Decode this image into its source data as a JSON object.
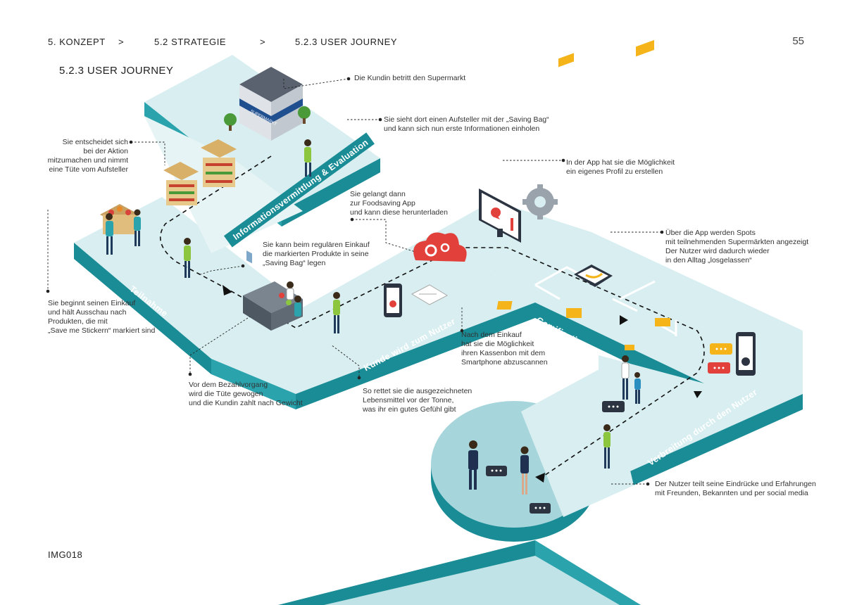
{
  "breadcrumb": {
    "item1": "5. KONZEPT",
    "sep1": ">",
    "item2": "5.2 STRATEGIE",
    "sep2": ">",
    "item3": "5.2.3 USER JOURNEY"
  },
  "page_number": "55",
  "section_title": "5.2.3 USER JOURNEY",
  "image_code": "IMG018",
  "colors": {
    "teal_dark": "#1a8c96",
    "teal_mid": "#2aa3ad",
    "teal_light": "#d8eef0",
    "teal_top": "#a6d6db",
    "accent_orange": "#f4b41a",
    "accent_red": "#e2413b",
    "text": "#333333"
  },
  "phases": [
    {
      "label": "Informationsvermittlung & Evaluation"
    },
    {
      "label": "Teilnahme"
    },
    {
      "label": "Kunde wird zum Nutzer"
    },
    {
      "label": "Gamification"
    },
    {
      "label": "Verbreitung durch den Nutzer"
    }
  ],
  "annotations": {
    "enter": "Die Kundin betritt den Supermarkt",
    "stand": "Sie sieht dort einen Aufsteller mit der „Saving Bag“\nund kann sich nun erste Informationen einholen",
    "decide": "Sie entscheidet sich\nbei der Aktion\nmitzumachen und nimmt\neine Tüte vom Aufsteller",
    "download": "Sie gelangt dann\nzur Foodsaving App\nund kann diese herunterladen",
    "profile": "In der App hat sie die Möglichkeit\nein eigenes Profil zu erstellen",
    "bag": "Sie kann beim regulären Einkauf\ndie markierten Produkte in seine\n„Saving Bag“ legen",
    "spots": "Über die App werden Spots\nmit teilnehmenden Supermärkten angezeigt\nDer Nutzer wird dadurch wieder\nin den Alltag „losgelassen“",
    "shopping": "Sie beginnt seinen Einkauf\nund hält Ausschau nach\nProdukten, die mit\n„Save me Stickern“ markiert sind",
    "receipt": "Nach dem Einkauf\nhat sie die Möglichkeit\nihren Kassenbon mit dem\nSmartphone abzuscannen",
    "checkout": "Vor dem Bezahlvorgang\nwird die Tüte gewogen\nund die Kundin zahlt nach Gewicht",
    "rescue": "So rettet sie die ausgezeichneten\nLebensmittel vor der Tonne,\nwas ihr ein gutes Gefühl gibt",
    "share": "Der Nutzer teilt seine Eindrücke und Erfahrungen\nmit Freunden, Bekannten und per social media"
  },
  "store_sign": "SUPERMARKT",
  "icons": [
    "supermarket-icon",
    "shelf-icon",
    "person-icon",
    "cloud-gear-icon",
    "monitor-chart-icon",
    "gear-icon",
    "smartphone-icon",
    "receipt-icon",
    "chat-bubble-icon",
    "tablet-icon"
  ]
}
